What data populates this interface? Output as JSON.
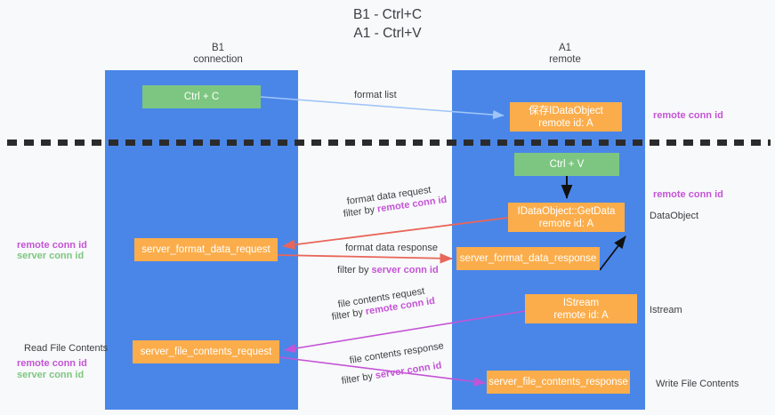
{
  "title": "B1 - Ctrl+C\nA1 - Ctrl+V",
  "columns": {
    "left": {
      "header": "B1\nconnection"
    },
    "right": {
      "header": "A1\nremote"
    }
  },
  "nodes": {
    "ctrl_c": {
      "label": "Ctrl + C",
      "color": "#7dc681",
      "lane": "left"
    },
    "ctrl_v": {
      "label": "Ctrl + V",
      "color": "#7dc681",
      "lane": "right"
    },
    "idataobject": {
      "label": "保存IDataObject\nremote id: A",
      "color": "#fbad4b",
      "lane": "right"
    },
    "getdata": {
      "label": "IDataObject::GetData\nremote id: A",
      "color": "#fbad4b",
      "lane": "right"
    },
    "istream": {
      "label": "IStream\nremote id: A",
      "color": "#fbad4b",
      "lane": "right"
    },
    "server_format_data_request": {
      "label": "server_format_data_request",
      "color": "#fbad4b",
      "lane": "left"
    },
    "server_format_data_response": {
      "label": "server_format_data_response",
      "color": "#fbad4b",
      "lane": "right"
    },
    "server_file_contents_request": {
      "label": "server_file_contents_request",
      "color": "#fbad4b",
      "lane": "left"
    },
    "server_file_contents_response": {
      "label": "server_file_contents_response",
      "color": "#fbad4b",
      "lane": "right"
    }
  },
  "edge_labels": {
    "format_list": "format list",
    "format_data_request": "format data request",
    "format_data_request_filter_prefix": "filter by ",
    "format_data_request_filter_key": "remote conn id",
    "format_data_response": "format data response",
    "format_data_response_filter_prefix": "filter by ",
    "format_data_response_filter_key": "server conn id",
    "file_contents_request": "file contents request",
    "file_contents_request_filter_prefix": "filter by ",
    "file_contents_request_filter_key": "remote conn id",
    "file_contents_response": "file contents response",
    "file_contents_response_filter_prefix": "filter by ",
    "file_contents_response_filter_key": "server conn id"
  },
  "side_notes": {
    "right_remote_conn_id_top": "remote conn id",
    "right_remote_conn_id_mid": "remote conn id",
    "right_dataobject": "DataObject",
    "right_istream": "Istream",
    "right_write_file_contents": "Write File Contents",
    "left_remote_conn_id_top": "remote conn id",
    "left_server_conn_id_top": "server conn id",
    "left_read_file_contents": "Read File Contents",
    "left_remote_conn_id_bottom": "remote conn id",
    "left_server_conn_id_bottom": "server conn id"
  },
  "colors": {
    "lane_blue": "#4a86e8",
    "node_green": "#7dc681",
    "node_orange": "#fbad4b",
    "accent_pink": "#c454d6",
    "accent_green": "#7dc681",
    "arrow_red": "#e8665a",
    "arrow_magenta": "#c454d6",
    "arrow_lightblue": "#9fc5f8",
    "arrow_black": "#000000",
    "divider": "#2b2b2b",
    "background": "#f8f9fa"
  }
}
